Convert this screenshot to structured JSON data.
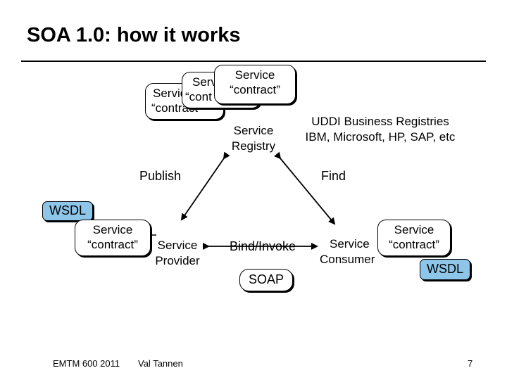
{
  "title": "SOA 1.0: how it works",
  "registry": {
    "label_line1": "Service",
    "label_line2": "Registry",
    "info_line1": "UDDI Business Registries",
    "info_line2": "IBM, Microsoft, HP, SAP, etc"
  },
  "contract_stack": {
    "back_line1": "Servic",
    "back_line2": "“contract”",
    "middle_line1": "Serv",
    "middle_line2": "“cont",
    "front_line1": "Service",
    "front_line2": "“contract”"
  },
  "edges": {
    "publish": "Publish",
    "find": "Find",
    "bind_invoke": "Bind/Invoke"
  },
  "provider": {
    "wsdl": "WSDL",
    "contract_line1": "Service",
    "contract_line2": "“contract”",
    "label_line1": "Service",
    "label_line2": "Provider"
  },
  "consumer": {
    "label_line1": "Service",
    "label_line2": "Consumer",
    "contract_line1": "Service",
    "contract_line2": "“contract”",
    "wsdl": "WSDL"
  },
  "protocol": "SOAP",
  "footer": {
    "course": "EMTM 600 2011",
    "author": "Val Tannen",
    "page_number": "7"
  },
  "colors": {
    "wsdl_fill": "#8ec6ea",
    "line": "#000000"
  }
}
